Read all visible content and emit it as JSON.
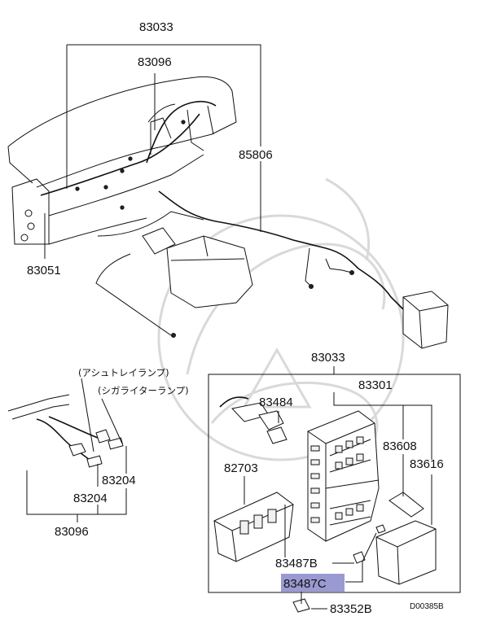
{
  "labels": {
    "top_harness_group": "83033",
    "floor_harness": "83096",
    "body_harness": "85806",
    "instrument_harness": "83051",
    "relay_box_group": "83033",
    "junction_block": "83301",
    "relay": "83484",
    "fuse_a": "83608",
    "fuse_b": "83616",
    "fusible_link": "82703",
    "jumper_b": "83487B",
    "jumper_c": "83487C",
    "bulb_socket_right": "83204",
    "bulb_socket_left": "83204",
    "lamp_harness": "83096",
    "bottom_connector": "83352B",
    "ashtray_lamp": "(アシュトレイランプ)",
    "cigar_lighter_lamp": "(シガライターランプ)",
    "diagram_code": "D00385B"
  },
  "colors": {
    "highlight": "#9a9ad2",
    "line": "#111111",
    "watermark": "#d9d9d9"
  }
}
